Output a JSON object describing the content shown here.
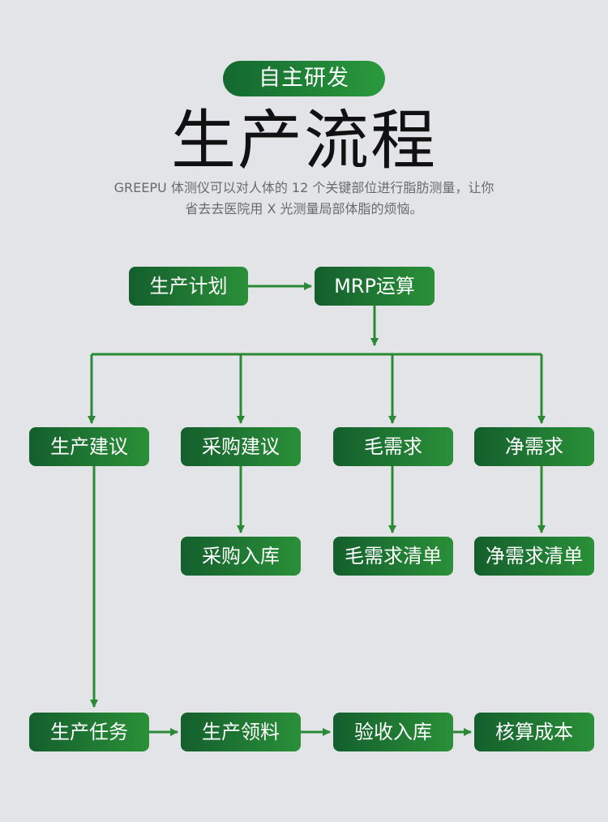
{
  "header": {
    "badge": "自主研发",
    "title": "生产流程",
    "description_line1": "GREEPU 体测仪可以对人体的 12 个关键部位进行脂肪测量，让你",
    "description_line2": "省去去医院用 X 光测量局部体脂的烦恼。"
  },
  "flow": {
    "production_plan": "生产计划",
    "mrp_calc": "MRP运算",
    "production_suggestion": "生产建议",
    "purchase_suggestion": "采购建议",
    "gross_demand": "毛需求",
    "net_demand": "净需求",
    "purchase_inbound": "采购入库",
    "gross_demand_list": "毛需求清单",
    "net_demand_list": "净需求清单",
    "production_task": "生产任务",
    "production_picking": "生产领料",
    "receive_inbound": "验收入库",
    "cost_accounting": "核算成本"
  },
  "colors": {
    "background": "#e3e4e8",
    "node_dark": "#145f2d",
    "node_light": "#2a9038",
    "connector": "#2a8a34"
  }
}
